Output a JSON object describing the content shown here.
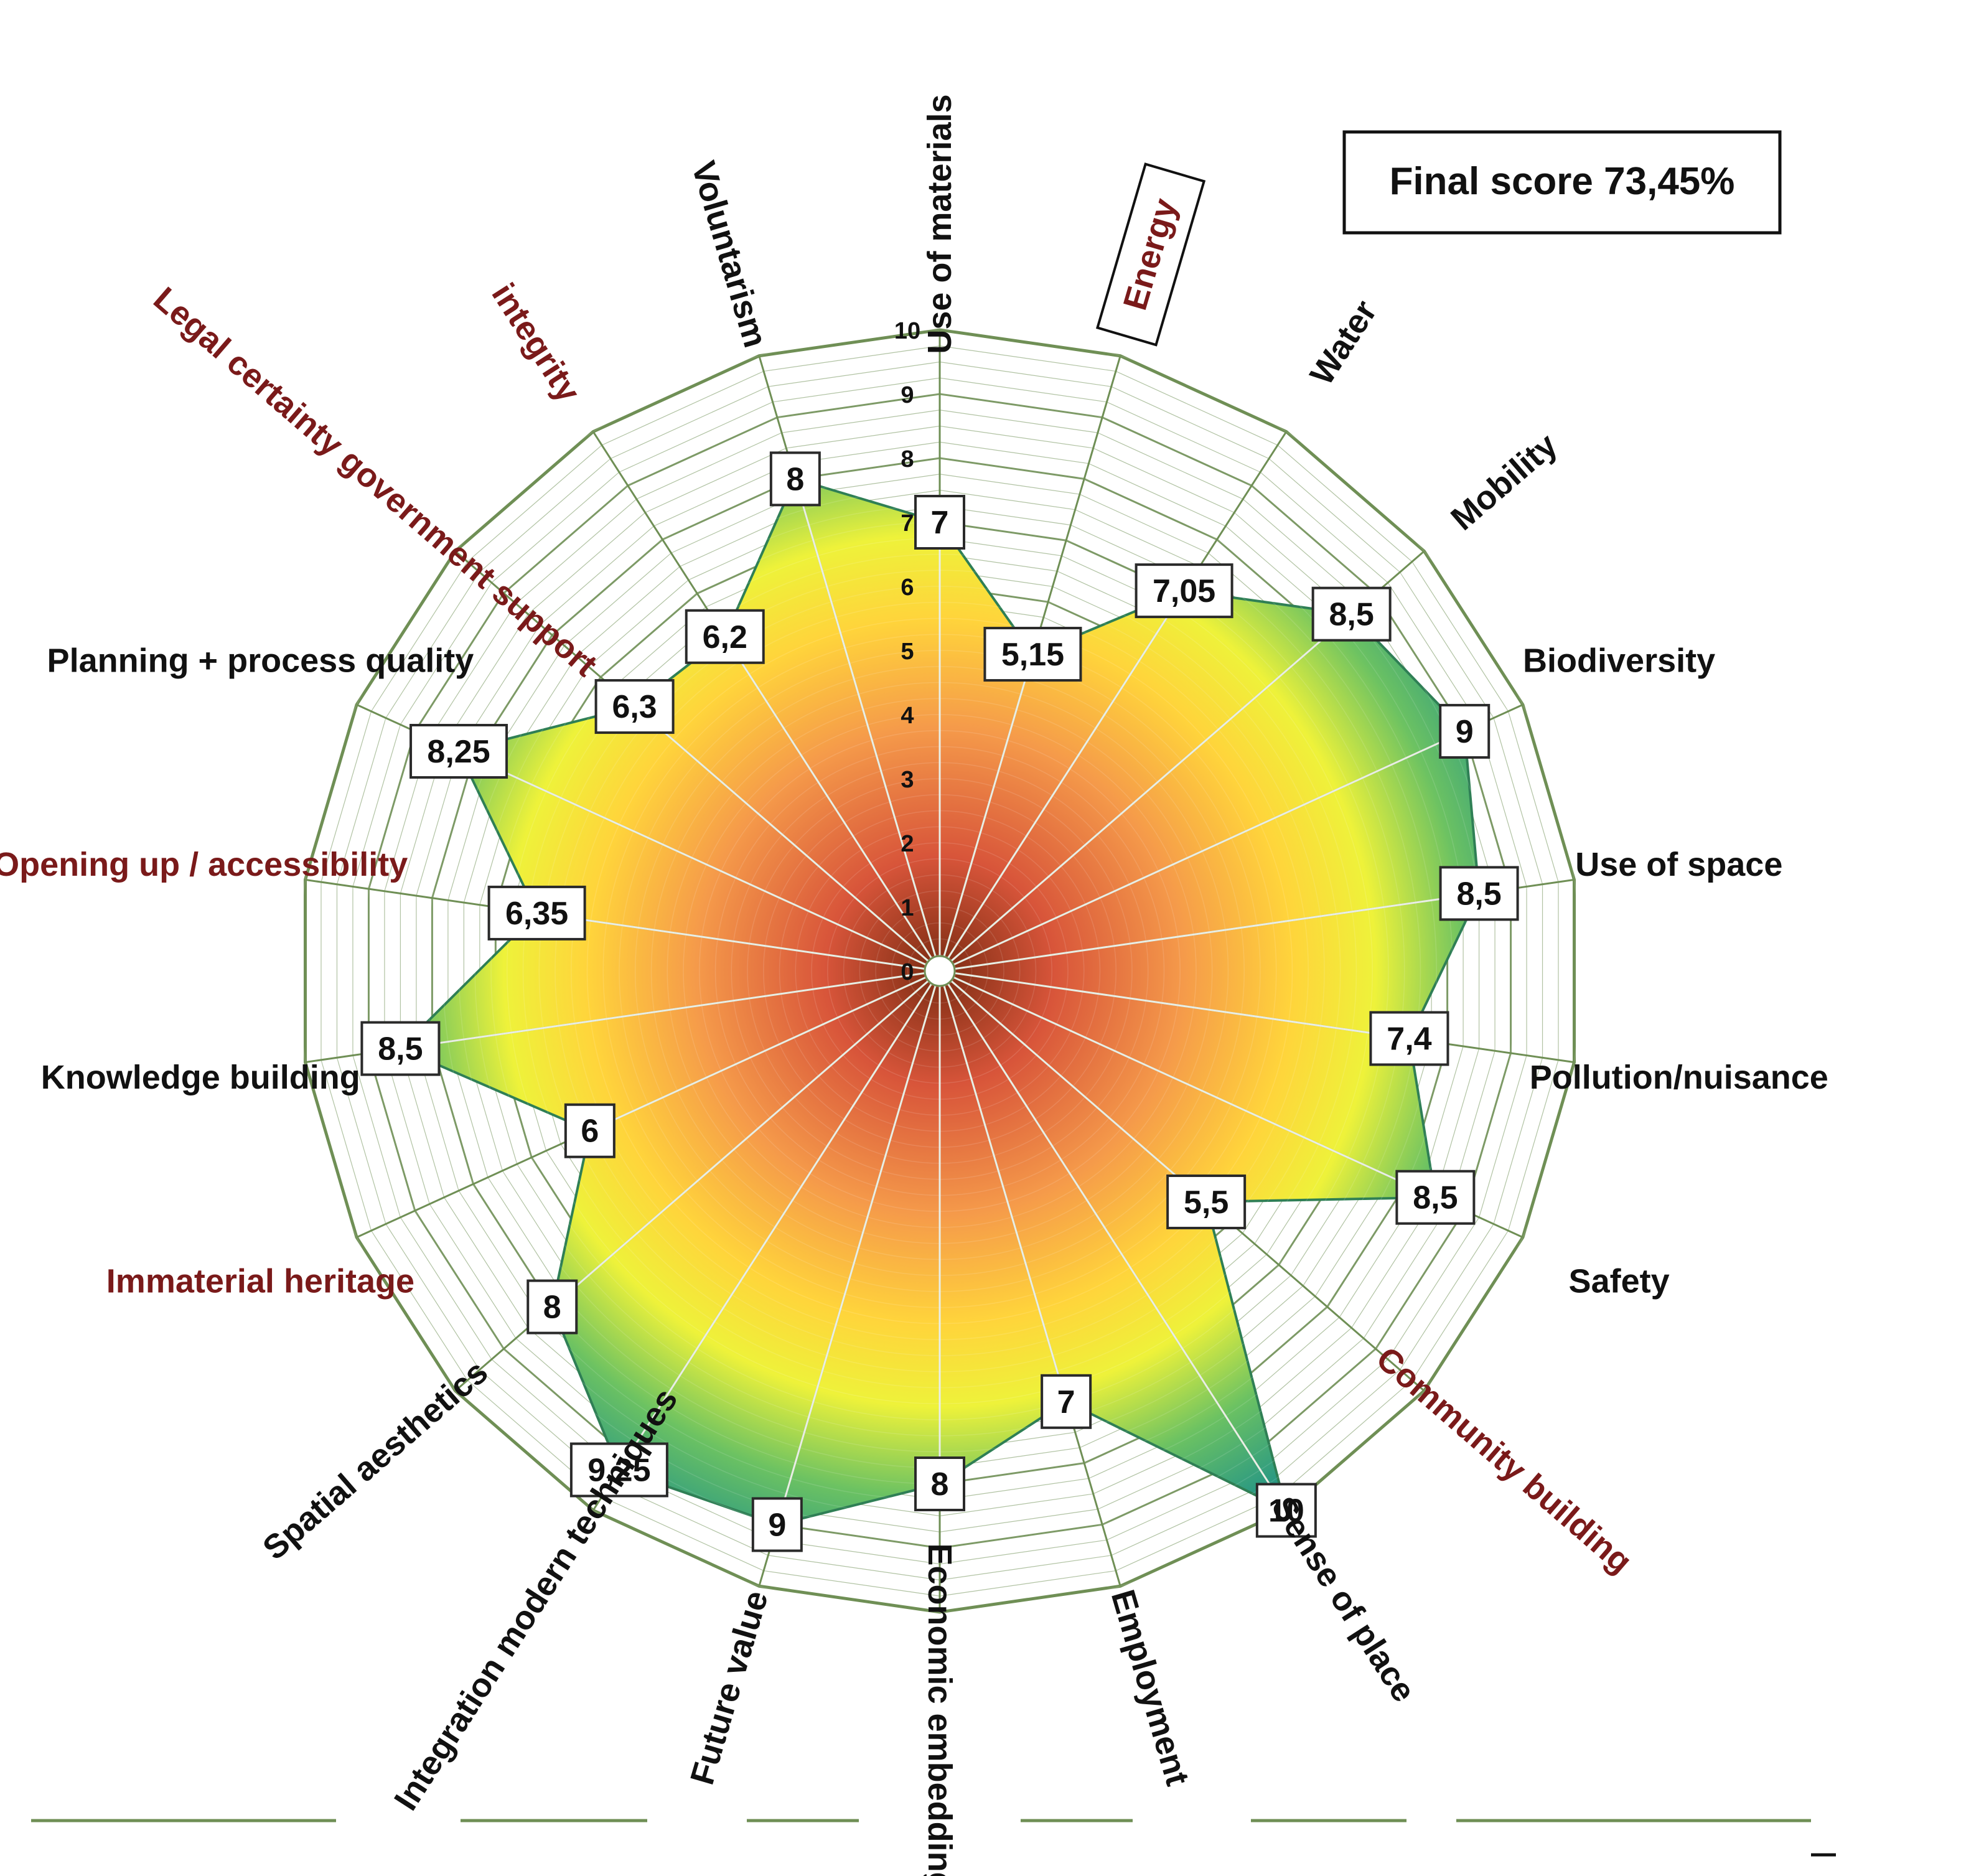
{
  "chart_data": {
    "type": "radar",
    "final_score_label": "Final score 73,45%",
    "scale": {
      "min": 0,
      "max": 10,
      "ticks": [
        "0",
        "1",
        "2",
        "3",
        "4",
        "5",
        "6",
        "7",
        "8",
        "9",
        "10"
      ]
    },
    "axes": [
      {
        "label": "Use of materials",
        "value": 7,
        "value_label": "7",
        "color": "#111111",
        "boxed_label": false
      },
      {
        "label": "Energy",
        "value": 5.15,
        "value_label": "5,15",
        "color": "#7a1a1a",
        "boxed_label": true
      },
      {
        "label": "Water",
        "value": 7.05,
        "value_label": "7,05",
        "color": "#111111",
        "boxed_label": false
      },
      {
        "label": "Mobility",
        "value": 8.5,
        "value_label": "8,5",
        "color": "#111111",
        "boxed_label": false
      },
      {
        "label": "Biodiversity",
        "value": 9,
        "value_label": "9",
        "color": "#111111",
        "boxed_label": false
      },
      {
        "label": "Use of space",
        "value": 8.5,
        "value_label": "8,5",
        "color": "#111111",
        "boxed_label": false
      },
      {
        "label": "Pollution/nuisance",
        "value": 7.4,
        "value_label": "7,4",
        "color": "#111111",
        "boxed_label": false
      },
      {
        "label": "Safety",
        "value": 8.5,
        "value_label": "8,5",
        "color": "#111111",
        "boxed_label": false
      },
      {
        "label": "Community building",
        "value": 5.5,
        "value_label": "5,5",
        "color": "#7a1a1a",
        "boxed_label": false
      },
      {
        "label": "Sense of place",
        "value": 10,
        "value_label": "10",
        "color": "#111111",
        "boxed_label": false
      },
      {
        "label": "Employment",
        "value": 7,
        "value_label": "7",
        "color": "#111111",
        "boxed_label": false
      },
      {
        "label": "Economic embedding",
        "value": 8,
        "value_label": "8",
        "color": "#111111",
        "boxed_label": false
      },
      {
        "label": "Future value",
        "value": 9,
        "value_label": "9",
        "color": "#111111",
        "boxed_label": false
      },
      {
        "label": "Integration modern techniques",
        "value": 9.25,
        "value_label": "9,25",
        "color": "#111111",
        "boxed_label": false
      },
      {
        "label": "Spatial aesthetics",
        "value": 8,
        "value_label": "8",
        "color": "#111111",
        "boxed_label": false
      },
      {
        "label": "Immaterial heritage",
        "value": 6,
        "value_label": "6",
        "color": "#7a1a1a",
        "boxed_label": false
      },
      {
        "label": "Knowledge building",
        "value": 8.5,
        "value_label": "8,5",
        "color": "#111111",
        "boxed_label": false
      },
      {
        "label": "Opening up / accessibility",
        "value": 6.35,
        "value_label": "6,35",
        "color": "#7a1a1a",
        "boxed_label": false
      },
      {
        "label": "Planning + process quality",
        "value": 8.25,
        "value_label": "8,25",
        "color": "#111111",
        "boxed_label": false
      },
      {
        "label": "Legal certainty government support",
        "value": 6.3,
        "value_label": "6,3",
        "color": "#7a1a1a",
        "boxed_label": false
      },
      {
        "label": "integrity",
        "value": 6.2,
        "value_label": "6,2",
        "color": "#7a1a1a",
        "boxed_label": false
      },
      {
        "label": "Voluntarism",
        "value": 8,
        "value_label": "8",
        "color": "#111111",
        "boxed_label": false
      }
    ],
    "colors": {
      "grid": "#6f8f55",
      "center": "#7a2b12",
      "mid_low": "#f07a45",
      "mid": "#ffd23a",
      "mid_high": "#f2f23a",
      "high": "#5cb36a",
      "top": "#1f8f8f"
    },
    "legend": false
  }
}
